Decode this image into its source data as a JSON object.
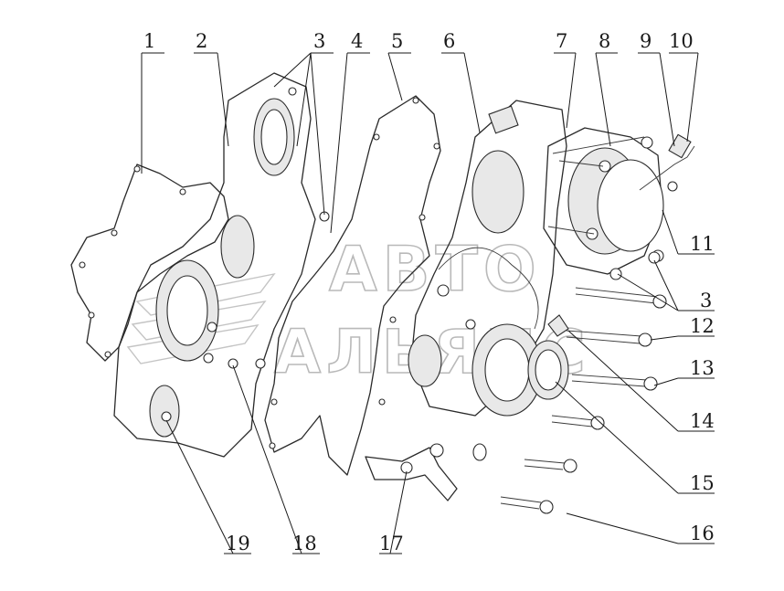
{
  "watermark": {
    "line1": "АВТО",
    "line2": "АЛЬЯНС"
  },
  "callouts": [
    "1",
    "2",
    "3",
    "4",
    "5",
    "6",
    "7",
    "8",
    "9",
    "10",
    "11",
    "3",
    "12",
    "13",
    "14",
    "15",
    "16",
    "17",
    "18",
    "19"
  ]
}
